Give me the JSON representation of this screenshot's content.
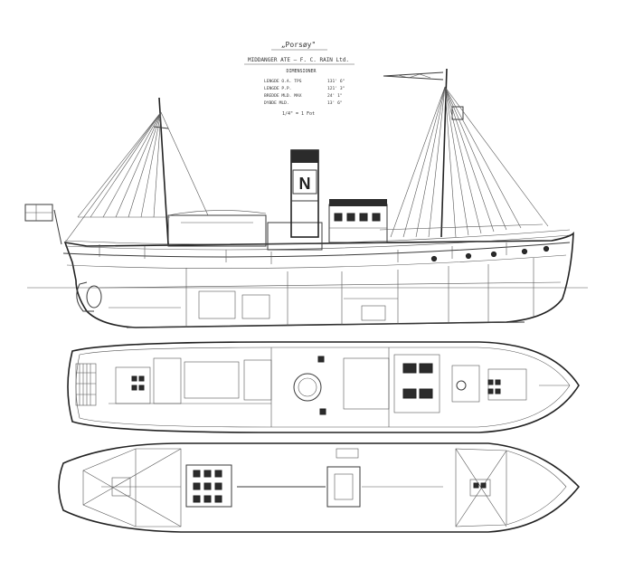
{
  "drawing": {
    "title": "„Porsøy\"",
    "subtitle": "MIDDANGER ATE — F. C. RAIN Ltd.",
    "dimensions_heading": "DIMENSIONER",
    "specs": [
      {
        "label": "LENGDE O.A. TPS",
        "value": "131' 6\""
      },
      {
        "label": "LENGDE P.P.",
        "value": "121' 3\""
      },
      {
        "label": "BREDDE MLD. MAX",
        "value": "24' 1\""
      },
      {
        "label": "DYBDE MLD.",
        "value": "13' 6\""
      }
    ],
    "scale_note": "1/4\" = 1 Fot",
    "funnel_letter": "N",
    "colors": {
      "ink": "#3a3a3a",
      "paper": "#ffffff",
      "shade": "#2b2b2b"
    }
  }
}
